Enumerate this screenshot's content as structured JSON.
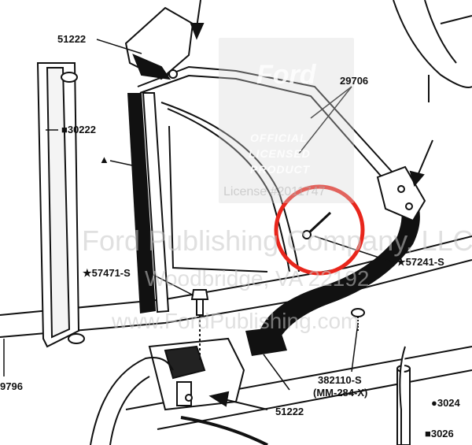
{
  "callouts": {
    "label_51222_top": "51222",
    "label_29706": "29706",
    "label_30222": "■30222",
    "label_triangle": "▲",
    "label_57471s": "★57471-S",
    "label_57241s": "★57241-S",
    "label_9796": "9796",
    "label_382110s": "382110-S",
    "label_mm284x": "(MM-284-X)",
    "label_51222_bottom": "51222",
    "label_30246": "●3024",
    "label_30262": "■3026"
  },
  "watermark": {
    "brand": "Ford",
    "official": "OFFICIAL",
    "licensed": "LICENSED",
    "product": "PRODUCT",
    "license": "License #2011747",
    "publisher": "Ford Publishing Company, LLC",
    "address": "Woodbridge, VA 22192",
    "website": "www.FordPublishing.com"
  },
  "highlight": {
    "color": "#e8261c"
  },
  "colors": {
    "ink": "#111111"
  }
}
